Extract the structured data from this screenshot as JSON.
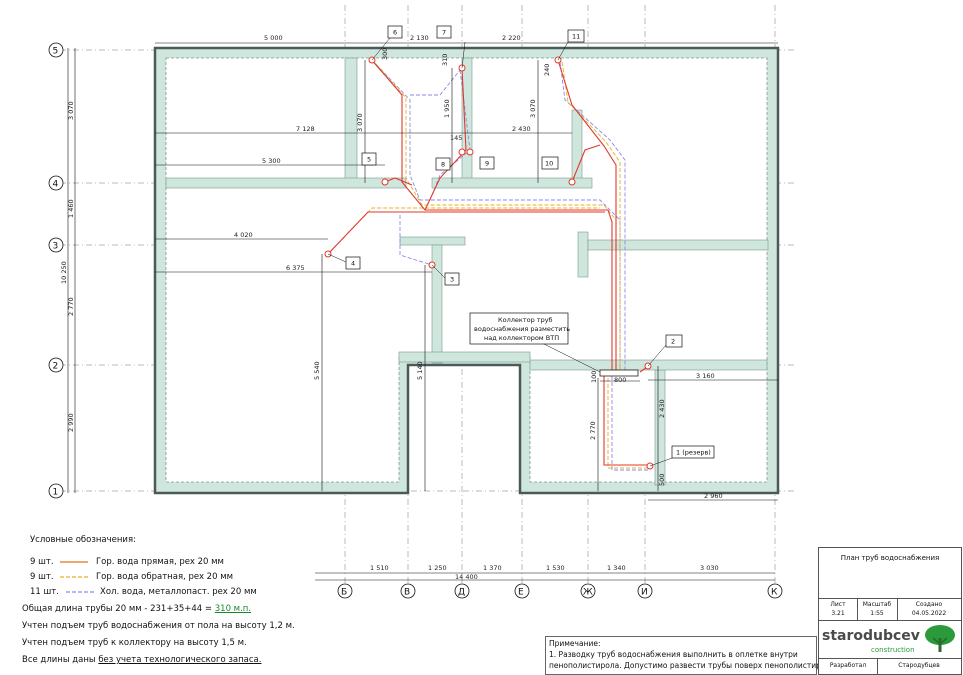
{
  "axes": {
    "rows": [
      "5",
      "4",
      "3",
      "2",
      "1"
    ],
    "cols": [
      "Б",
      "В",
      "Д",
      "Е",
      "Ж",
      "И",
      "К"
    ]
  },
  "dims": {
    "top_left": "5 000",
    "top_mid": "2 130",
    "top_right": "2 220",
    "d_7128": "7 128",
    "d_2430": "2 430",
    "d_145": "145",
    "d_5300": "5 300",
    "d_4020": "4 020",
    "d_6375": "6 375",
    "d_3160": "3 160",
    "d_800": "800",
    "d_2960": "2 960",
    "left_3070": "3 070",
    "left_1460": "1 460",
    "left_2770": "2 770",
    "left_2990": "2 990",
    "left_total": "10 250",
    "v_300": "300",
    "v_310": "310",
    "v_240": "240",
    "v_3070a": "3 070",
    "v_1950": "1 950",
    "v_3070b": "3 070",
    "v_5540": "5 540",
    "v_5140": "5 140",
    "v_2770": "2 770",
    "v_2430": "2 430",
    "v_500": "500",
    "v_100": "100",
    "bottom": [
      "1 510",
      "1 250",
      "1 370",
      "1 530",
      "1 340",
      "3 030"
    ],
    "bottom_total": "14 400"
  },
  "tags": [
    "6",
    "7",
    "11",
    "5",
    "8",
    "9",
    "10",
    "4",
    "3",
    "2",
    "1 (резерв)"
  ],
  "collector_note": [
    "Коллектор труб",
    "водоснабжения разместить",
    "над коллектором ВТП"
  ],
  "legend": {
    "title": "Условные обозначения:",
    "items": [
      {
        "count": "9 шт.",
        "label": "Гор. вода прямая, pex 20 мм",
        "color": "#e0701a"
      },
      {
        "count": "9 шт.",
        "label": "Гор. вода обратная, pex 20 мм",
        "color": "#e8b020"
      },
      {
        "count": "11 шт.",
        "label": "Хол. вода, металлопаст. pex 20 мм",
        "color": "#8a8ae8"
      }
    ]
  },
  "totals": {
    "line1_prefix": "Общая длина трубы 20 мм - 231+35+44 =",
    "line1_value": "310 м.п.",
    "line2": "Учтен подъем труб водоснабжения от пола на высоту 1,2 м.",
    "line3": "Учтен подъем труб к коллектору на высоту 1,5 м.",
    "line4_prefix": "Все длины даны",
    "line4_link": "без учета технологического запаса."
  },
  "remark": {
    "title": "Примечание:",
    "line1": "1. Разводку труб водоснабжения выполнить в оплетке внутри",
    "line2": "пенополистирола. Допустимо развести трубы поверх пенополистирола."
  },
  "titleblock": {
    "title": "План труб водоснабжения",
    "sheet_label": "Лист",
    "sheet_value": "3.21",
    "scale_label": "Масштаб",
    "scale_value": "1:55",
    "created_label": "Создано",
    "created_value": "04.05.2022",
    "brand": "starodubcev",
    "brand_sub": "construction",
    "dev_label": "Разработал",
    "dev_value": "Стародубцев"
  },
  "colors": {
    "wall": "#4a5a58",
    "wall_fill": "#cfe6dc",
    "hot": "#e03a2a",
    "hot_return": "#e8b020",
    "cold": "#8a8ae8",
    "brand": "#4a4a4a",
    "brand_green": "#2a9a3a"
  }
}
